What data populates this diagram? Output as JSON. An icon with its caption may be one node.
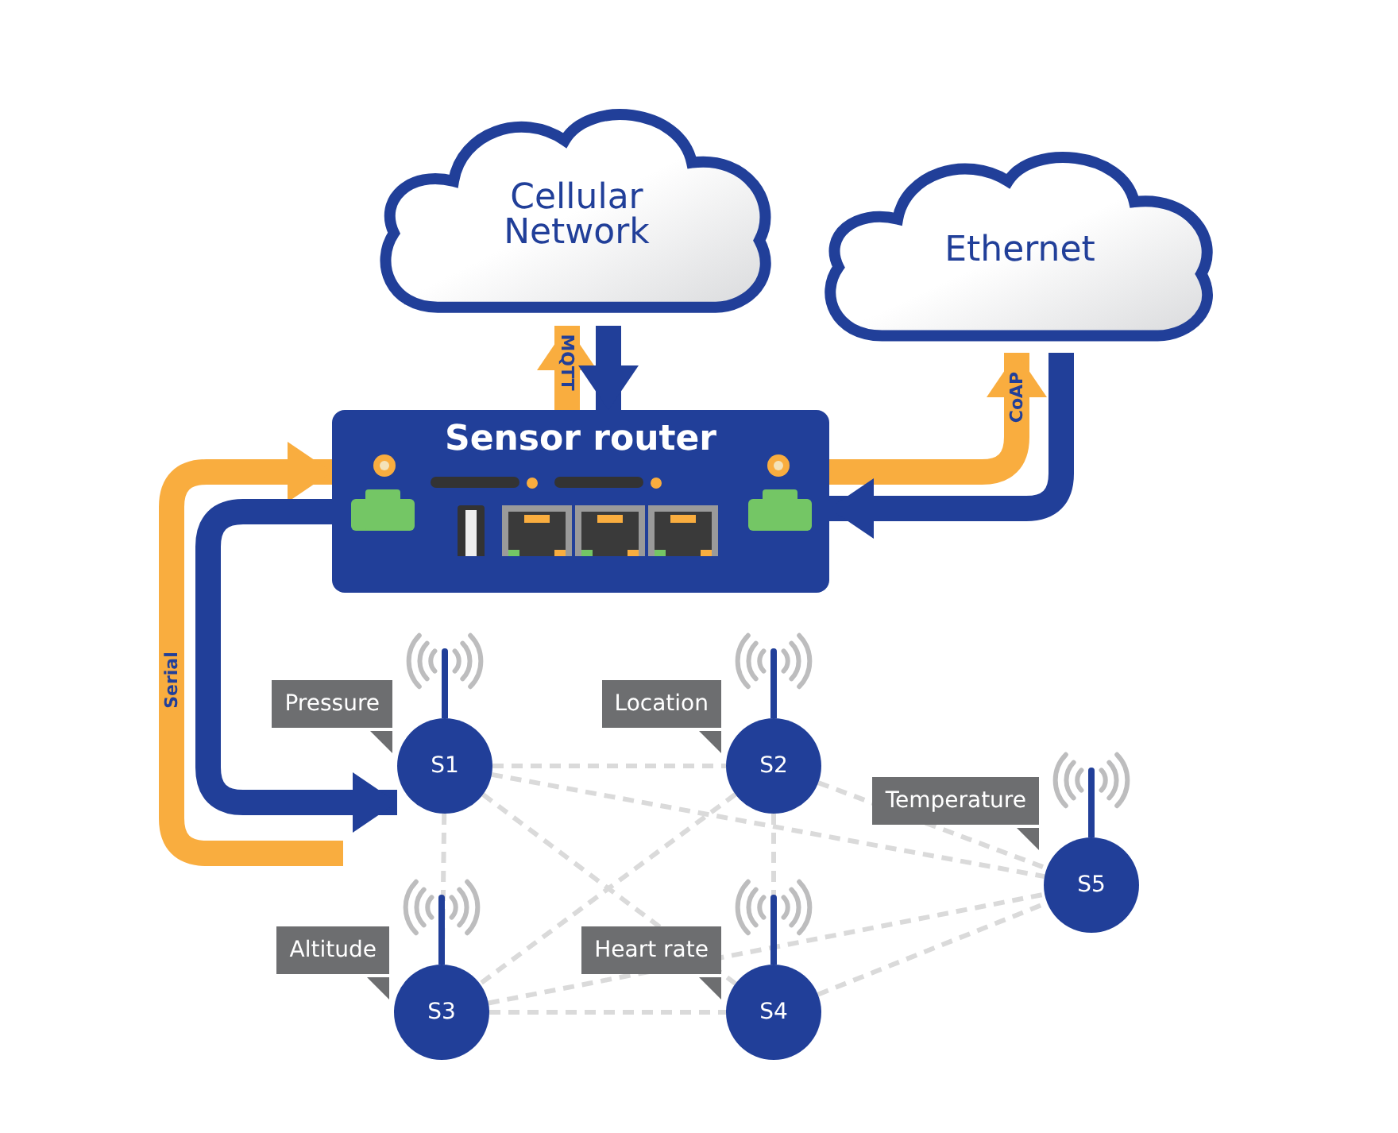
{
  "diagram": {
    "nodes": [
      {
        "text": [
          "Cellular Network"
        ]
      },
      {
        "text": [
          "Ethernet"
        ]
      },
      {
        "text": [
          "Sensor router"
        ]
      },
      {
        "text": [
          "S1"
        ],
        "beside": [
          "Pressure"
        ]
      },
      {
        "text": [
          "S2"
        ],
        "beside": [
          "Location"
        ]
      },
      {
        "text": [
          "S3"
        ],
        "beside": [
          "Altitude"
        ]
      },
      {
        "text": [
          "S4"
        ],
        "beside": [
          "Heart rate"
        ]
      },
      {
        "text": [
          "S5"
        ],
        "beside": [
          "Temperature"
        ]
      }
    ],
    "edges": [
      {
        "from": 2,
        "to": 0,
        "arrow": "to",
        "label": "MQTT",
        "style": "thick",
        "color": "#f9ad3f"
      },
      {
        "from": 0,
        "to": 2,
        "arrow": "to",
        "style": "thick",
        "color": "#213f99"
      },
      {
        "from": 2,
        "to": 1,
        "arrow": "to",
        "label": "CoAP",
        "style": "thick",
        "color": "#f9ad3f"
      },
      {
        "from": 1,
        "to": 2,
        "arrow": "to",
        "style": "thick",
        "color": "#213f99"
      },
      {
        "from": null,
        "to": 2,
        "arrow": "to",
        "label": "Serial",
        "style": "thick",
        "color": "#f9ad3f"
      },
      {
        "from": 2,
        "to": 3,
        "arrow": "to",
        "style": "thick",
        "color": "#213f99"
      },
      {
        "from": 3,
        "to": 4,
        "arrow": "none",
        "style": "dashed"
      },
      {
        "from": 3,
        "to": 5,
        "arrow": "none",
        "style": "dashed"
      },
      {
        "from": 3,
        "to": 6,
        "arrow": "none",
        "style": "dashed"
      },
      {
        "from": 3,
        "to": 7,
        "arrow": "none",
        "style": "dashed"
      },
      {
        "from": 4,
        "to": 5,
        "arrow": "none",
        "style": "dashed"
      },
      {
        "from": 4,
        "to": 6,
        "arrow": "none",
        "style": "dashed"
      },
      {
        "from": 4,
        "to": 7,
        "arrow": "none",
        "style": "dashed"
      },
      {
        "from": 5,
        "to": 6,
        "arrow": "none",
        "style": "dashed"
      },
      {
        "from": 5,
        "to": 7,
        "arrow": "none",
        "style": "dashed"
      },
      {
        "from": 6,
        "to": 7,
        "arrow": "none",
        "style": "dashed"
      }
    ]
  }
}
